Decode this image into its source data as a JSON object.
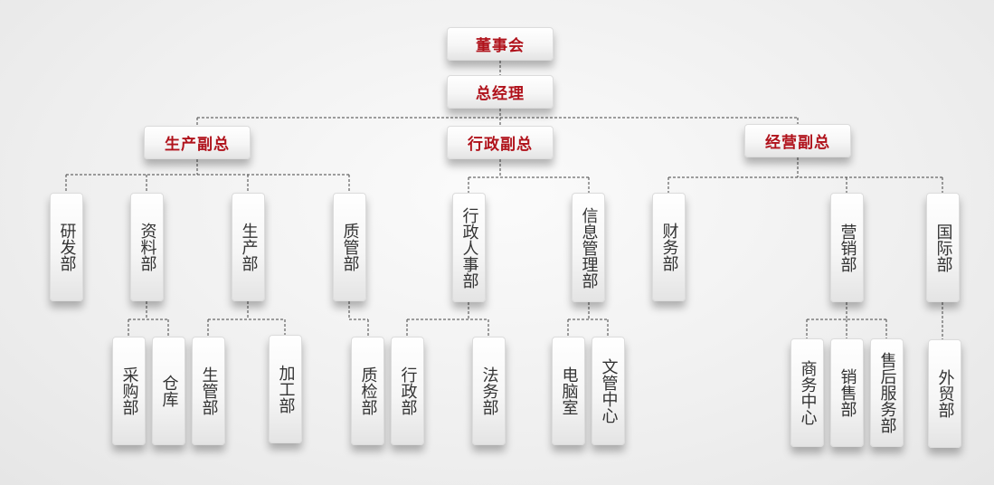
{
  "nodes": [
    {
      "id": "board",
      "label": "董事会"
    },
    {
      "id": "gm",
      "label": "总经理"
    },
    {
      "id": "vp-production",
      "label": "生产副总"
    },
    {
      "id": "vp-admin",
      "label": "行政副总"
    },
    {
      "id": "vp-business",
      "label": "经营副总"
    },
    {
      "id": "rnd",
      "label": "研发部"
    },
    {
      "id": "materials",
      "label": "资料部"
    },
    {
      "id": "production",
      "label": "生产部"
    },
    {
      "id": "quality",
      "label": "质管部"
    },
    {
      "id": "admin-hr",
      "label": "行政人事部"
    },
    {
      "id": "it",
      "label": "信息管理部"
    },
    {
      "id": "finance",
      "label": "财务部"
    },
    {
      "id": "marketing",
      "label": "营销部"
    },
    {
      "id": "international",
      "label": "国际部"
    },
    {
      "id": "purchasing",
      "label": "采购部"
    },
    {
      "id": "warehouse",
      "label": "仓库"
    },
    {
      "id": "prod-mgmt",
      "label": "生管部"
    },
    {
      "id": "processing",
      "label": "加工部"
    },
    {
      "id": "qc",
      "label": "质检部"
    },
    {
      "id": "administration",
      "label": "行政部"
    },
    {
      "id": "legal",
      "label": "法务部"
    },
    {
      "id": "computer-room",
      "label": "电脑室"
    },
    {
      "id": "docs-center",
      "label": "文管中心"
    },
    {
      "id": "business-center",
      "label": "商务中心"
    },
    {
      "id": "sales",
      "label": "销售部"
    },
    {
      "id": "after-sales",
      "label": "售后服务部"
    },
    {
      "id": "foreign-trade",
      "label": "外贸部"
    }
  ],
  "colors": {
    "heading": "#b0121b",
    "text": "#333333",
    "line": "#444444"
  }
}
